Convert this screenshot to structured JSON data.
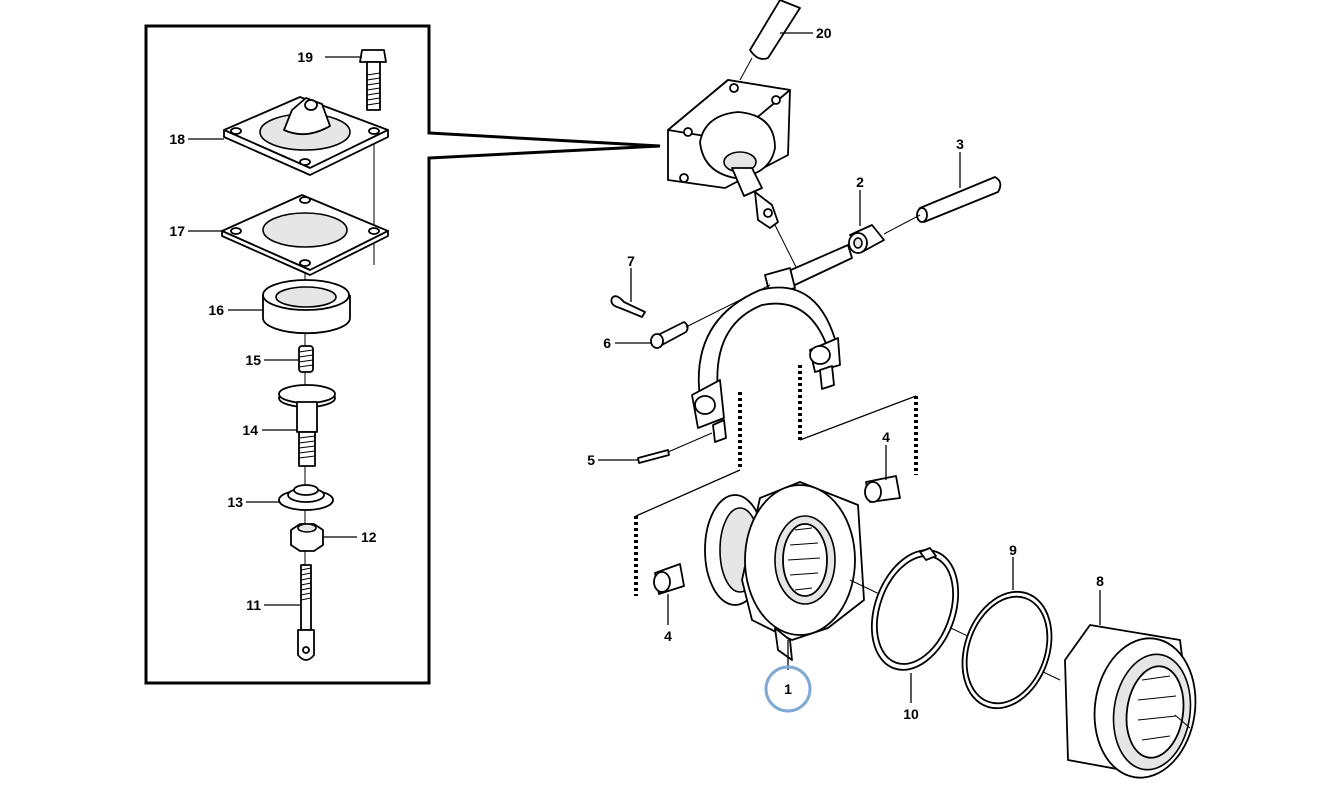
{
  "diagram": {
    "labels": {
      "p1": "1",
      "p2": "2",
      "p3": "3",
      "p4a": "4",
      "p4b": "4",
      "p5": "5",
      "p6": "6",
      "p7": "7",
      "p8": "8",
      "p9": "9",
      "p10": "10",
      "p11": "11",
      "p12": "12",
      "p13": "13",
      "p14": "14",
      "p15": "15",
      "p16": "16",
      "p17": "17",
      "p18": "18",
      "p19": "19",
      "p20": "20"
    },
    "highlight": {
      "part": "1",
      "color": "#7fa9d4"
    }
  }
}
